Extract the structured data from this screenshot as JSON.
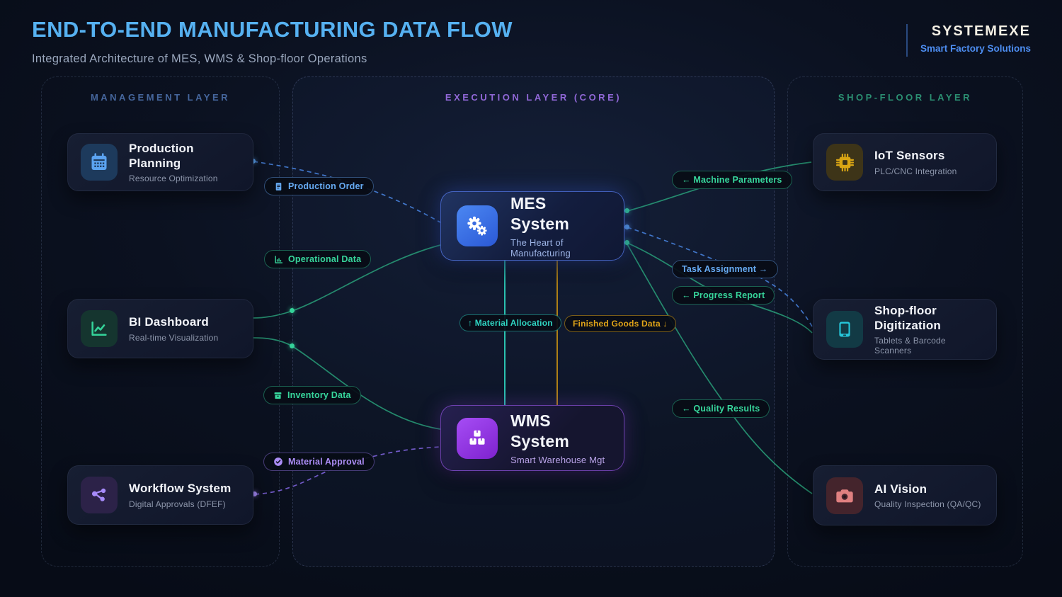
{
  "header": {
    "title": "END-TO-END MANUFACTURING DATA FLOW",
    "subtitle": "Integrated Architecture of MES, WMS & Shop-floor Operations",
    "brand_name": "SYSTEMEXE",
    "brand_tagline": "Smart Factory Solutions"
  },
  "layers": {
    "management": {
      "label": "MANAGEMENT LAYER",
      "color": "#46679e"
    },
    "execution": {
      "label": "EXECUTION LAYER (CORE)",
      "color": "#9168d8"
    },
    "shopfloor": {
      "label": "SHOP-FLOOR LAYER",
      "color": "#2b8f72"
    }
  },
  "nodes": {
    "production_planning": {
      "title": "Production Planning",
      "subtitle": "Resource Optimization",
      "icon": "calendar-icon",
      "accent": "#5ba3f0"
    },
    "bi_dashboard": {
      "title": "BI Dashboard",
      "subtitle": "Real-time Visualization",
      "icon": "line-chart-icon",
      "accent": "#34d399"
    },
    "workflow_system": {
      "title": "Workflow System",
      "subtitle": "Digital Approvals (DFEF)",
      "icon": "share-nodes-icon",
      "accent": "#a78bfa"
    },
    "mes_system": {
      "title": "MES System",
      "subtitle": "The Heart of Manufacturing",
      "icon": "gears-icon",
      "accent": "#4d7dff"
    },
    "wms_system": {
      "title": "WMS System",
      "subtitle": "Smart Warehouse Mgt",
      "icon": "boxes-icon",
      "accent": "#a855f7"
    },
    "iot_sensors": {
      "title": "IoT Sensors",
      "subtitle": "PLC/CNC Integration",
      "icon": "chip-icon",
      "accent": "#d9a514"
    },
    "shopfloor_digitization": {
      "title": "Shop-floor Digitization",
      "subtitle": "Tablets & Barcode Scanners",
      "icon": "tablet-icon",
      "accent": "#26c6da"
    },
    "ai_vision": {
      "title": "AI Vision",
      "subtitle": "Quality Inspection (QA/QC)",
      "icon": "camera-icon",
      "accent": "#e08080"
    }
  },
  "flows": {
    "production_order": {
      "label": "Production Order",
      "color": "#5ba3f0"
    },
    "operational_data": {
      "label": "Operational Data",
      "color": "#34d399"
    },
    "inventory_data": {
      "label": "Inventory Data",
      "color": "#34d399"
    },
    "material_approval": {
      "label": "Material Approval",
      "color": "#a78bfa"
    },
    "machine_parameters": {
      "label": "← Machine Parameters",
      "color": "#34d399"
    },
    "task_assignment": {
      "label": "Task Assignment →",
      "color": "#5ba3f0"
    },
    "progress_report": {
      "label": "← Progress Report",
      "color": "#34d399"
    },
    "material_allocation": {
      "label": "↑ Material Allocation",
      "color": "#2dd4bf"
    },
    "finished_goods_data": {
      "label": "Finished Goods Data ↓",
      "color": "#d9a514"
    },
    "quality_results": {
      "label": "← Quality Results",
      "color": "#34d399"
    }
  }
}
